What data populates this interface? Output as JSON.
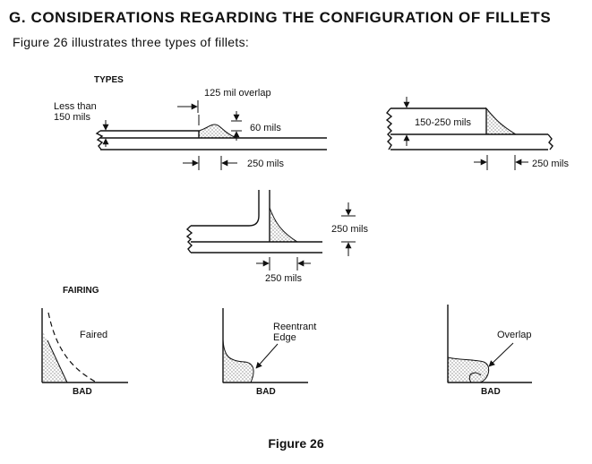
{
  "heading": "G. CONSIDERATIONS REGARDING THE CONFIGURATION OF FILLETS",
  "intro": "Figure 26 illustrates three types of fillets:",
  "caption": "Figure 26",
  "types": {
    "section_label": "TYPES",
    "lap": {
      "thickness_line1": "Less than",
      "thickness_line2": "150 mils",
      "overlap": "125 mil overlap",
      "height": "60 mils",
      "length": "250 mils"
    },
    "step": {
      "thickness": "150-250 mils",
      "length": "250 mils"
    },
    "tee": {
      "height": "250 mils",
      "length": "250 mils"
    }
  },
  "fairing": {
    "section_label": "FAIRING",
    "faired": {
      "label": "Faired",
      "verdict": "BAD"
    },
    "reentrant": {
      "label_line1": "Reentrant",
      "label_line2": "Edge",
      "verdict": "BAD"
    },
    "overlap": {
      "label": "Overlap",
      "verdict": "BAD"
    }
  }
}
